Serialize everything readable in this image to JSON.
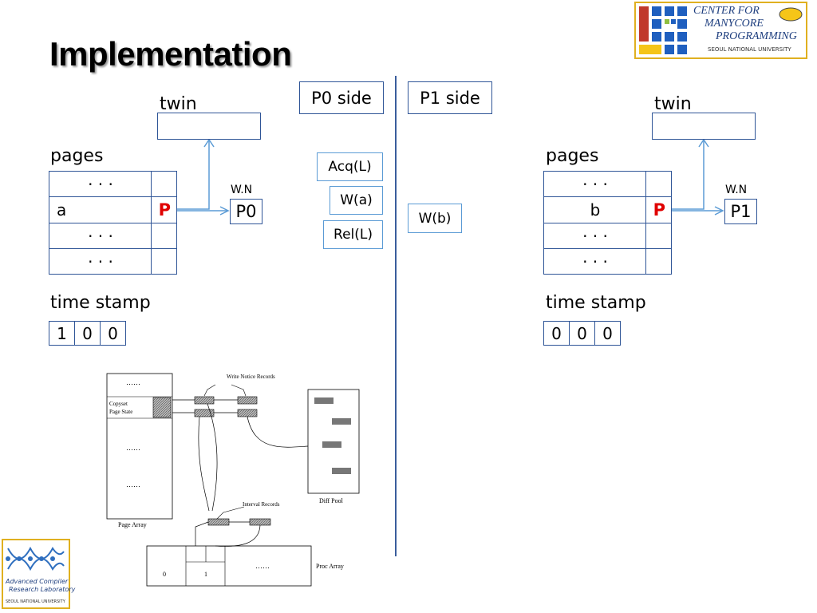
{
  "title": "Implementation",
  "sides": {
    "p0": "P0 side",
    "p1": "P1 side"
  },
  "left": {
    "twin_label": "twin",
    "pages_label": "pages",
    "rows": [
      "· · ·",
      "a",
      "· · ·",
      "· · ·"
    ],
    "p_marker": "P",
    "wn_label": "W.N",
    "wn_value": "P0",
    "timestamp_label": "time stamp",
    "timestamp": [
      "1",
      "0",
      "0"
    ]
  },
  "right": {
    "twin_label": "twin",
    "pages_label": "pages",
    "rows": [
      "· · ·",
      "b",
      "· · ·",
      "· · ·"
    ],
    "p_marker": "P",
    "wn_label": "W.N",
    "wn_value": "P1",
    "timestamp_label": "time stamp",
    "timestamp": [
      "0",
      "0",
      "0"
    ]
  },
  "ops_p0": [
    "Acq(L)",
    "W(a)",
    "Rel(L)"
  ],
  "ops_p1": [
    "W(b)"
  ],
  "figure": {
    "dots": "……",
    "copyset": "Copyset",
    "page_state": "Page State",
    "write_notice": "Write Notice Records",
    "interval": "Interval Records",
    "page_array": "Page Array",
    "diff_pool": "Diff Pool",
    "proc_array": "Proc Array",
    "proc0": "0",
    "proc1": "1"
  },
  "logo_cmp": {
    "line1": "CENTER FOR",
    "line2": "MANYCORE",
    "line3": "PROGRAMMING",
    "univ": "SEOUL NATIONAL UNIVERSITY"
  },
  "logo_acrl": {
    "line1": "Advanced Compiler",
    "line2": "Research Laboratory",
    "univ": "SEOUL NATIONAL UNIVERSITY"
  },
  "colors": {
    "box_border": "#2f5597",
    "op_border": "#5b9bd5",
    "p_marker": "#e00000",
    "divider": "#3a5d9c"
  }
}
